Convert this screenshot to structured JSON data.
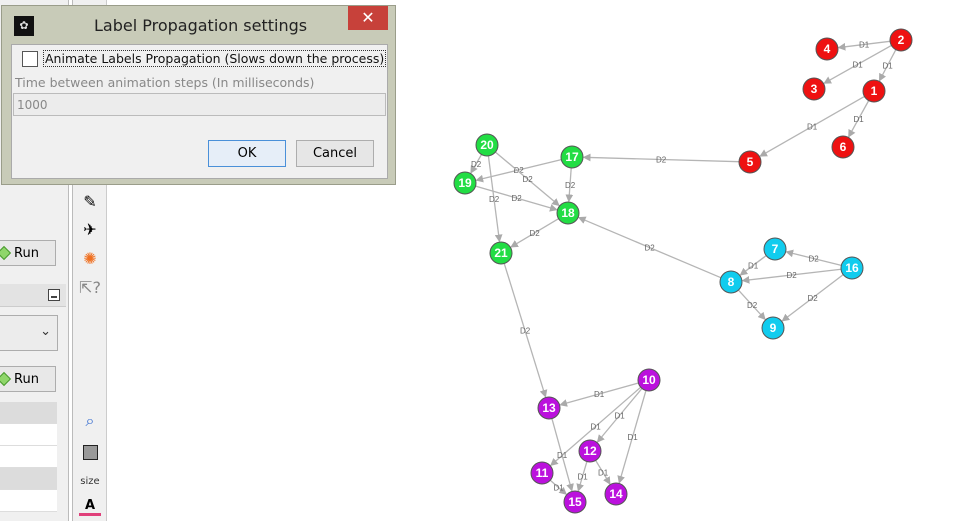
{
  "dialog": {
    "title": "Label Propagation settings",
    "close": "✕",
    "animate_checkbox_label": "Animate Labels Propagation (Slows down the process)",
    "animate_checked": false,
    "time_label": "Time between animation steps (In milliseconds)",
    "time_value": "1000",
    "ok_label": "OK",
    "cancel_label": "Cancel"
  },
  "left_panel": {
    "run_label_1": "Run",
    "run_label_2": "Run"
  },
  "toolbar": {
    "size_label": "size",
    "font_icon": "A"
  },
  "graph": {
    "colors": {
      "red": "#ee1111",
      "green": "#22dd44",
      "cyan": "#11ccee",
      "purple": "#bb11dd"
    },
    "nodes": [
      {
        "id": "1",
        "group": "red"
      },
      {
        "id": "2",
        "group": "red"
      },
      {
        "id": "3",
        "group": "red"
      },
      {
        "id": "4",
        "group": "red"
      },
      {
        "id": "5",
        "group": "red"
      },
      {
        "id": "6",
        "group": "red"
      },
      {
        "id": "7",
        "group": "cyan"
      },
      {
        "id": "8",
        "group": "cyan"
      },
      {
        "id": "9",
        "group": "cyan"
      },
      {
        "id": "16",
        "group": "cyan"
      },
      {
        "id": "10",
        "group": "purple"
      },
      {
        "id": "11",
        "group": "purple"
      },
      {
        "id": "12",
        "group": "purple"
      },
      {
        "id": "13",
        "group": "purple"
      },
      {
        "id": "14",
        "group": "purple"
      },
      {
        "id": "15",
        "group": "purple"
      },
      {
        "id": "17",
        "group": "green"
      },
      {
        "id": "18",
        "group": "green"
      },
      {
        "id": "19",
        "group": "green"
      },
      {
        "id": "20",
        "group": "green"
      },
      {
        "id": "21",
        "group": "green"
      }
    ],
    "edges": [
      {
        "s": "2",
        "t": "4",
        "label": "D1"
      },
      {
        "s": "2",
        "t": "3",
        "label": "D1"
      },
      {
        "s": "2",
        "t": "1",
        "label": "D1"
      },
      {
        "s": "1",
        "t": "5",
        "label": "D1"
      },
      {
        "s": "1",
        "t": "6",
        "label": "D1"
      },
      {
        "s": "5",
        "t": "17",
        "label": "D2"
      },
      {
        "s": "20",
        "t": "19",
        "label": "D2"
      },
      {
        "s": "17",
        "t": "19",
        "label": "D2"
      },
      {
        "s": "20",
        "t": "18",
        "label": "D2"
      },
      {
        "s": "19",
        "t": "18",
        "label": "D2"
      },
      {
        "s": "17",
        "t": "18",
        "label": "D2"
      },
      {
        "s": "20",
        "t": "21",
        "label": "D2"
      },
      {
        "s": "18",
        "t": "21",
        "label": "D2"
      },
      {
        "s": "8",
        "t": "18",
        "label": "D2"
      },
      {
        "s": "7",
        "t": "8",
        "label": "D1"
      },
      {
        "s": "16",
        "t": "7",
        "label": "D2"
      },
      {
        "s": "16",
        "t": "8",
        "label": "D2"
      },
      {
        "s": "8",
        "t": "9",
        "label": "D2"
      },
      {
        "s": "16",
        "t": "9",
        "label": "D2"
      },
      {
        "s": "21",
        "t": "13",
        "label": "D2"
      },
      {
        "s": "10",
        "t": "13",
        "label": "D1"
      },
      {
        "s": "10",
        "t": "12",
        "label": "D1"
      },
      {
        "s": "10",
        "t": "11",
        "label": "D1"
      },
      {
        "s": "10",
        "t": "14",
        "label": "D1"
      },
      {
        "s": "13",
        "t": "15",
        "label": "D1"
      },
      {
        "s": "12",
        "t": "15",
        "label": "D1"
      },
      {
        "s": "12",
        "t": "14",
        "label": "D1"
      },
      {
        "s": "11",
        "t": "15",
        "label": "D1"
      }
    ]
  }
}
